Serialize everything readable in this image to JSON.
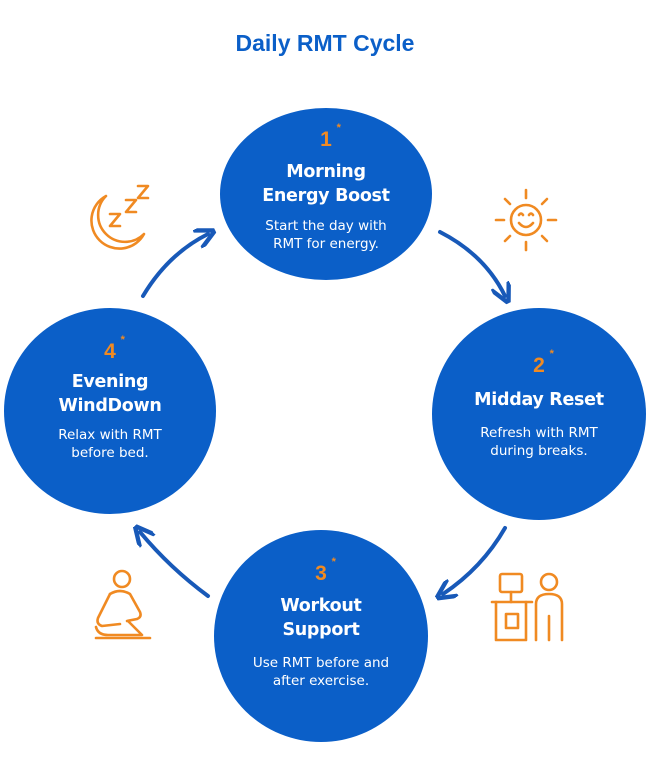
{
  "title": "Daily RMT Cycle",
  "colors": {
    "circle": "#0b5fc8",
    "accent": "#f08a22",
    "title": "#0b5fc8",
    "arrow": "#1859b8"
  },
  "steps": [
    {
      "number": "1",
      "mark": "*",
      "heading": "Morning\nEnergy Boost",
      "description": "Start the day with\nRMT for energy.",
      "icon": "sun-icon"
    },
    {
      "number": "2",
      "mark": "*",
      "heading": "Midday Reset",
      "description": "Refresh with RMT\nduring breaks.",
      "icon": "desk-person-icon"
    },
    {
      "number": "3",
      "mark": "*",
      "heading": "Workout\nSupport",
      "description": "Use RMT before and\nafter exercise.",
      "icon": "exercise-person-icon"
    },
    {
      "number": "4",
      "mark": "*",
      "heading": "Evening\nWindDown",
      "description": "Relax with RMT\nbefore bed.",
      "icon": "moon-sleep-icon"
    }
  ]
}
